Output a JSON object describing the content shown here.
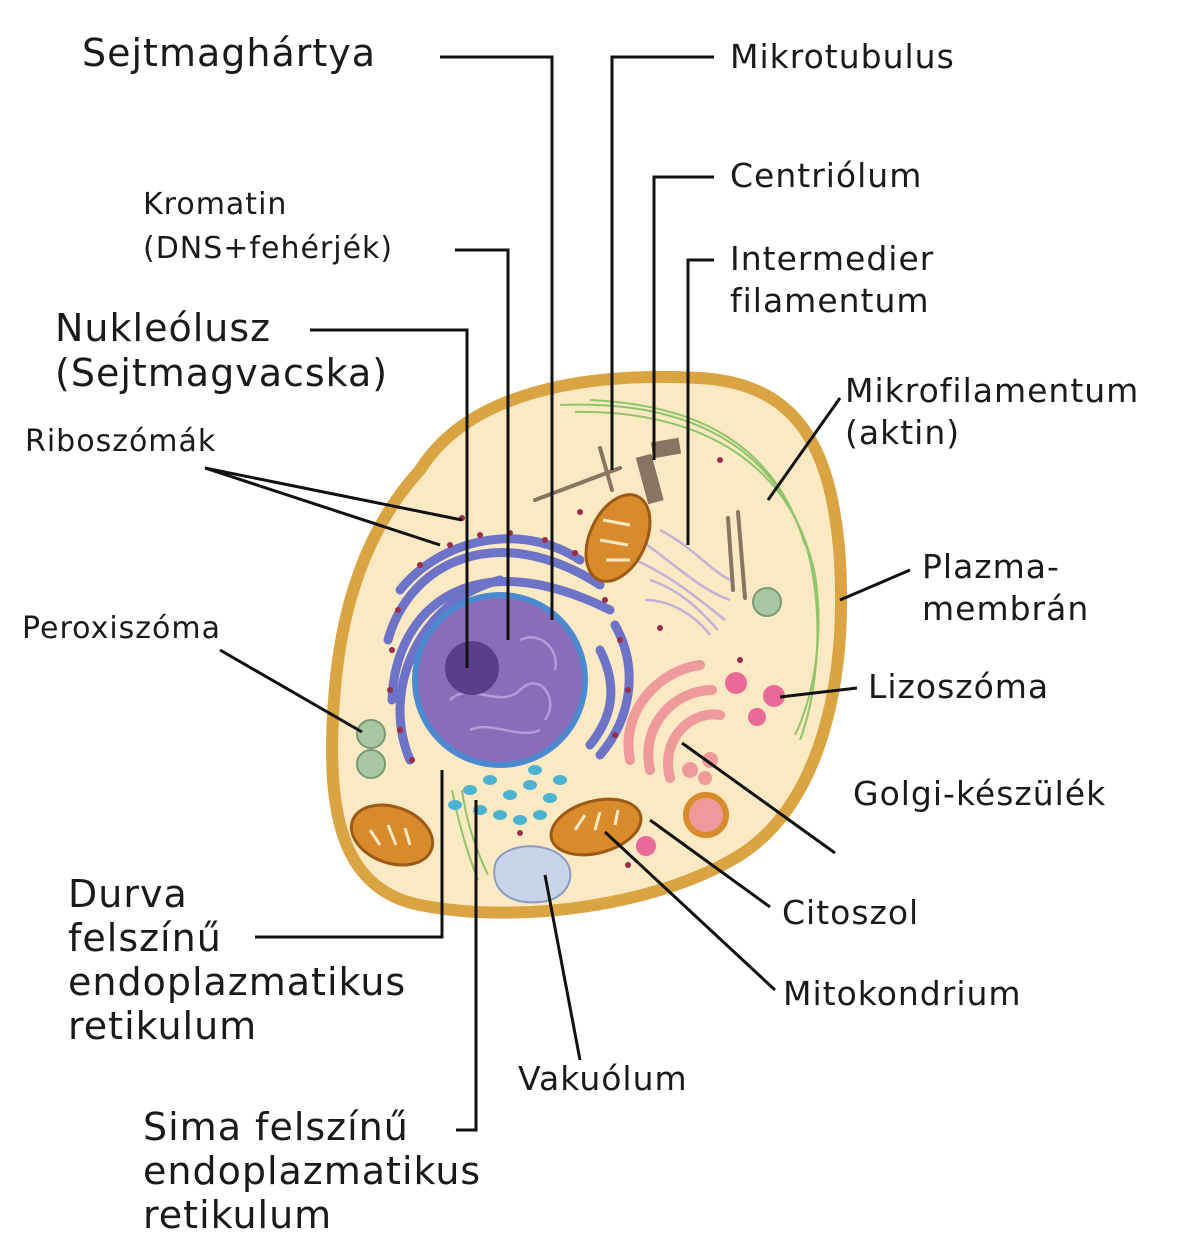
{
  "labels": {
    "sejtmaghartya": "Sejtmaghártya",
    "mikrotubulus": "Mikrotubulus",
    "centriolum": "Centriólum",
    "kromatin_1": "Kromatin",
    "kromatin_2": "(DNS+fehérjék)",
    "intermedier_1": "Intermedier",
    "intermedier_2": "filamentum",
    "nukleolusz_1": "Nukleólusz",
    "nukleolusz_2": "(Sejtmagvacska)",
    "mikrofilamentum_1": "Mikrofilamentum",
    "mikrofilamentum_2": "(aktin)",
    "riboszomak": "Riboszómák",
    "plazmamembran_1": "Plazma-",
    "plazmamembran_2": "membrán",
    "peroxiszoma": "Peroxiszóma",
    "lizoszoma": "Lizoszóma",
    "golgi": "Golgi-készülék",
    "citoszol": "Citoszol",
    "durva_er_1": "Durva",
    "durva_er_2": "felszínű",
    "durva_er_3": "endoplazmatikus",
    "durva_er_4": "retikulum",
    "mitokondrium": "Mitokondrium",
    "vakuolum": "Vakuólum",
    "sima_er_1": "Sima felszínű",
    "sima_er_2": "endoplazmatikus",
    "sima_er_3": "retikulum"
  },
  "colors": {
    "membrane": "#d9a441",
    "cytosol": "#fbe9c4",
    "nucleus": "#8a6cb8",
    "nucleolus": "#5b3d8a",
    "rough_er": "#6d73c7",
    "ribosome": "#9b2d4a",
    "smooth_er": "#4bb3d1",
    "mitochondria": "#d98a2b",
    "golgi": "#ef9a9a",
    "lysosome": "#e96a98",
    "peroxisome": "#a7c7a1",
    "vacuole": "#c9d3ea",
    "microfilament": "#8fc46a",
    "cytoskeleton": "#8a7360",
    "intermediate_filament": "#c3b2d8"
  }
}
